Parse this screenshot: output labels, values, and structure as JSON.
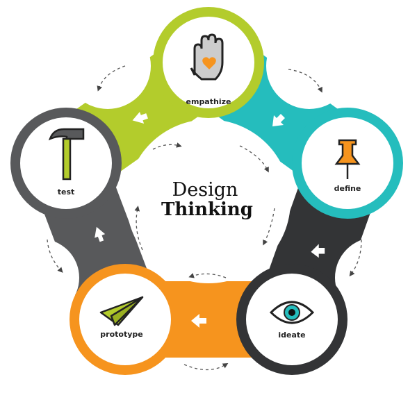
{
  "title": {
    "line1": "Design",
    "line2": "Thinking"
  },
  "stages": [
    {
      "label": "empathize",
      "color": "#b3cc2c",
      "icon": "hand-heart-icon"
    },
    {
      "label": "define",
      "color": "#25bdbd",
      "icon": "pushpin-icon"
    },
    {
      "label": "ideate",
      "color": "#333436",
      "icon": "eye-icon"
    },
    {
      "label": "prototype",
      "color": "#f6941e",
      "icon": "paper-plane-icon"
    },
    {
      "label": "test",
      "color": "#58595b",
      "icon": "hammer-icon"
    }
  ]
}
